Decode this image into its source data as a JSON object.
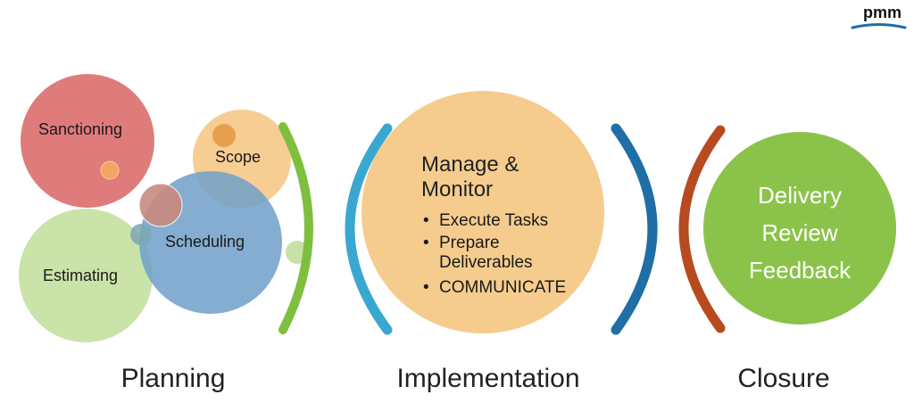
{
  "logo": {
    "text": "pmm"
  },
  "planning": {
    "sanctioning": "Sanctioning",
    "scope": "Scope",
    "scheduling": "Scheduling",
    "estimating": "Estimating"
  },
  "implementation": {
    "heading_line1": "Manage &",
    "heading_line2": "Monitor",
    "items": [
      "Execute Tasks",
      "Prepare Deliverables",
      "COMMUNICATE"
    ]
  },
  "closure": {
    "items": [
      "Delivery",
      "Review",
      "Feedback"
    ]
  },
  "phases": {
    "planning": "Planning",
    "implementation": "Implementation",
    "closure": "Closure"
  },
  "colors": {
    "sanctioning": "#e07b7b",
    "scope": "#f5c98a",
    "scheduling": "#6f9fc9",
    "estimating": "#c7e2a4",
    "implementation_circle": "#f5cc8e",
    "closure_circle": "#8bc34a",
    "arc_green": "#7fbf3f",
    "arc_lightblue": "#3aa7d0",
    "arc_darkblue": "#1f6ea5",
    "arc_orange": "#b84a1f"
  }
}
